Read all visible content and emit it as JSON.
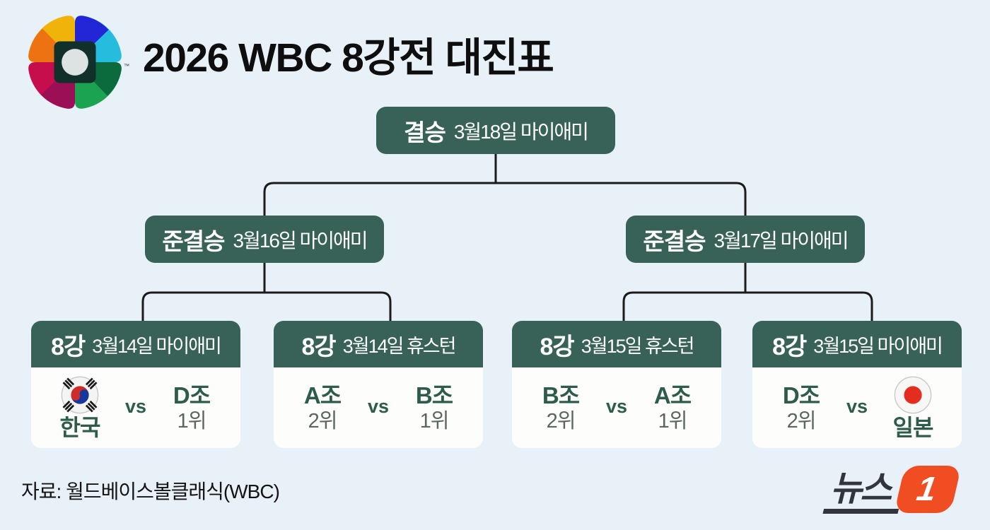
{
  "page": {
    "background_color": "#E9F1F8"
  },
  "header": {
    "title": "2026 WBC 8강전 대진표",
    "logo": "wbc-pinwheel-logo",
    "trademark": "™"
  },
  "colors": {
    "box_green": "#386157",
    "team_green": "#2D5C4D",
    "rank_gray": "#5A665F",
    "connector": "#1B1B1B",
    "news1_orange": "#F14D22",
    "news1_dark": "#32363C"
  },
  "bracket": {
    "final": {
      "round": "결승",
      "detail": "3월18일 마이애미"
    },
    "semifinals": [
      {
        "round": "준결승",
        "detail": "3월16일 마이애미"
      },
      {
        "round": "준결승",
        "detail": "3월17일 마이애미"
      }
    ],
    "quarterfinals": [
      {
        "round": "8강",
        "detail": "3월14일 마이애미",
        "left": {
          "type": "team",
          "flag": "korea-flag",
          "name": "한국"
        },
        "vs": "vs",
        "right": {
          "type": "seed",
          "group": "D조",
          "rank": "1위"
        }
      },
      {
        "round": "8강",
        "detail": "3월14일 휴스턴",
        "left": {
          "type": "seed",
          "group": "A조",
          "rank": "2위"
        },
        "vs": "vs",
        "right": {
          "type": "seed",
          "group": "B조",
          "rank": "1위"
        }
      },
      {
        "round": "8강",
        "detail": "3월15일 휴스턴",
        "left": {
          "type": "seed",
          "group": "B조",
          "rank": "2위"
        },
        "vs": "vs",
        "right": {
          "type": "seed",
          "group": "A조",
          "rank": "1위"
        }
      },
      {
        "round": "8강",
        "detail": "3월15일 마이애미",
        "left": {
          "type": "seed",
          "group": "D조",
          "rank": "2위"
        },
        "vs": "vs",
        "right": {
          "type": "team",
          "flag": "japan-flag",
          "name": "일본"
        }
      }
    ]
  },
  "footer": {
    "source": "자료: 월드베이스볼클래식(WBC)",
    "credit_text": "뉴스",
    "credit_number": "1"
  }
}
